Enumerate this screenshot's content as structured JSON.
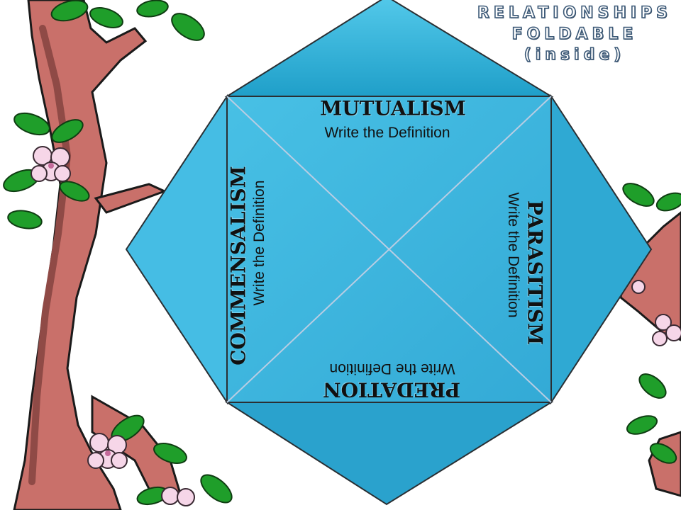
{
  "title": {
    "line1": "RELATIONSHIPS",
    "line2": "FOLDABLE",
    "line3": "(inside)"
  },
  "flaps": {
    "top": {
      "heading": "MUTUALISM",
      "definition": "Write the Definition"
    },
    "right": {
      "heading": "PARASITISM",
      "definition": "Write the Definition"
    },
    "bottom": {
      "heading": "PREDATION",
      "definition": "Write the Definition"
    },
    "left": {
      "heading": "COMMENSALISM",
      "definition": "Write the Definition"
    }
  },
  "colors": {
    "flap_fill": "#2fb0d6",
    "flap_light": "#4cc6e8",
    "square_fill": "#40b9e0",
    "crease": "#b9cde3",
    "outline": "#2a2f33",
    "bark": "#c9706a",
    "bark_shadow": "#8f4a46",
    "leaf": "#1f9e2a",
    "blossom": "#f6d6e8"
  }
}
